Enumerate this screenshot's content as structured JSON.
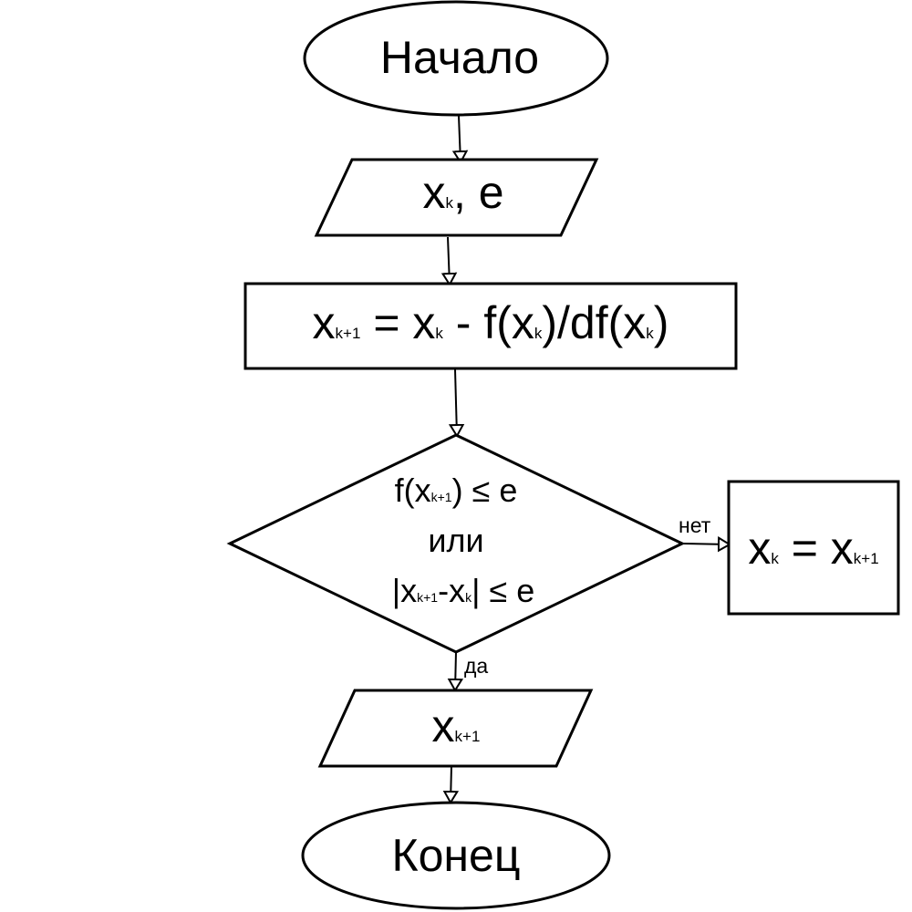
{
  "nodes": {
    "start": {
      "label": "Начало"
    },
    "input": {
      "var": "x",
      "sub": "k",
      "rest": ", e"
    },
    "process": {
      "v1": "x",
      "s1": "k+1",
      "eq": " = ",
      "v2": "x",
      "s2": "k",
      "minus": " - f(",
      "v3": "x",
      "s3": "k",
      "slash": ")/df(",
      "v4": "x",
      "s4": "k",
      "close": ")"
    },
    "decision": {
      "line1": {
        "pre": "f(",
        "var": "x",
        "sub": "k+1",
        "post": ") ≤ e"
      },
      "line2": "или",
      "line3": {
        "pre": "|",
        "var": "x",
        "sub": "k+1",
        "mid": "-",
        "var2": "x",
        "sub2": "k",
        "post": "| ≤ e"
      }
    },
    "update": {
      "v1": "x",
      "s1": "k",
      "eq": " = ",
      "v2": "x",
      "s2": "k+1"
    },
    "output": {
      "var": "x",
      "sub": "k+1"
    },
    "end": {
      "label": "Конец"
    }
  },
  "edges": {
    "no_label": "нет",
    "yes_label": "да"
  }
}
